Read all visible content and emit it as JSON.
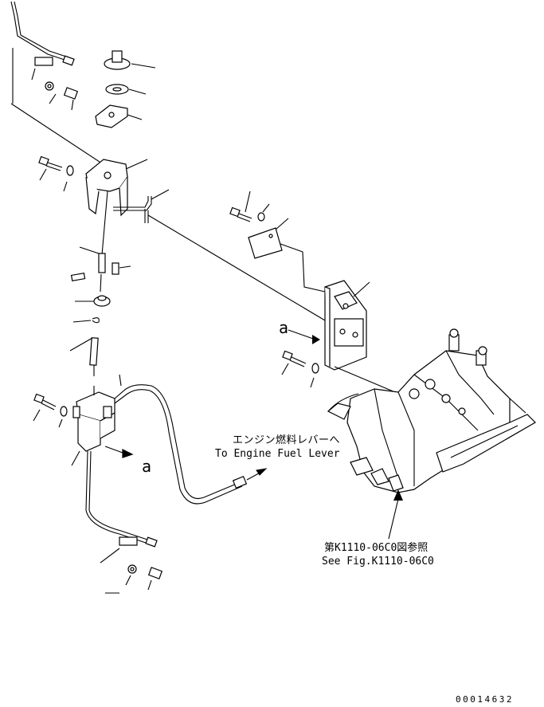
{
  "annotations": {
    "ref_letter": "a",
    "to_engine_jp": "エンジン燃料レバーへ",
    "to_engine_en": "To Engine Fuel Lever",
    "see_fig_jp": "第K1110-06C0図参照",
    "see_fig_en": "See Fig.K1110-06C0"
  },
  "drawing_number": "00014632"
}
